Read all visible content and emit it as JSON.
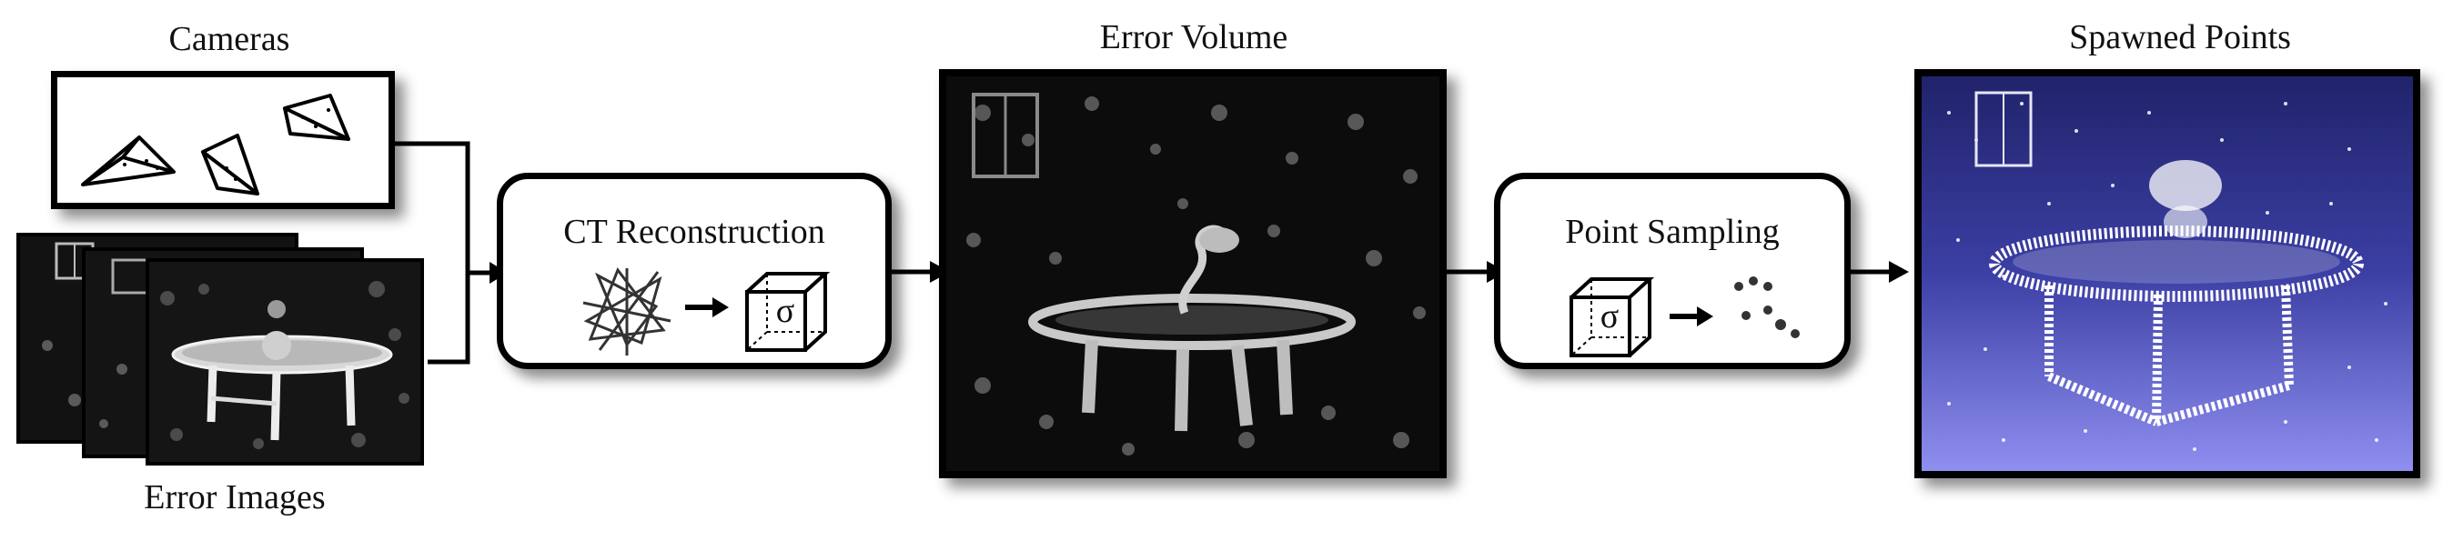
{
  "inputs": {
    "cameras_label": "Cameras",
    "error_images_label": "Error Images"
  },
  "steps": {
    "ct_reconstruction": {
      "title": "CT Reconstruction",
      "symbol": "σ"
    },
    "point_sampling": {
      "title": "Point Sampling",
      "symbol": "σ"
    }
  },
  "outputs": {
    "error_volume_label": "Error Volume",
    "spawned_points_label": "Spawned Points"
  },
  "icons": {
    "cameras": "camera-frustum-icon",
    "projections": "projection-rays-icon",
    "volume": "cube-icon",
    "points": "point-cloud-icon",
    "arrow": "arrow-right-icon"
  },
  "colors": {
    "stroke": "#000000",
    "spawned_points_bg_top": "#20236a",
    "spawned_points_bg_bottom": "#8f8ff0"
  }
}
